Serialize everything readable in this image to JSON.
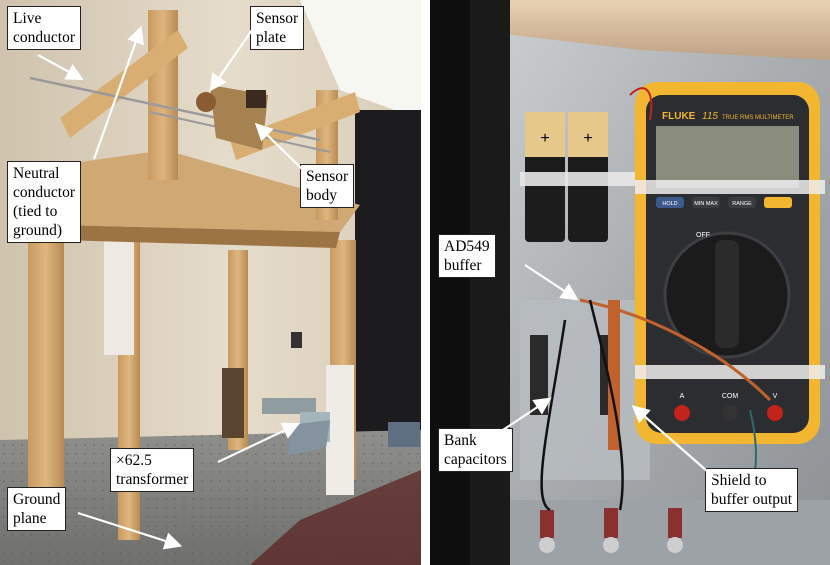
{
  "figure": {
    "left_labels": {
      "live": "Live\nconductor",
      "sensor_plate": "Sensor\nplate",
      "neutral": "Neutral conductor\n(tied to ground)",
      "sensor_body": "Sensor\nbody",
      "transformer": "×62.5\ntransformer",
      "ground": "Ground\nplane"
    },
    "right_labels": {
      "buffer": "AD549\nbuffer",
      "bank": "Bank\ncapacitors",
      "shield": "Shield to\nbuffer output"
    },
    "meter": {
      "brand": "FLUKE",
      "model": "115",
      "model_desc": "TRUE RMS MULTIMETER",
      "buttons": [
        "HOLD",
        "MIN MAX",
        "RANGE"
      ],
      "dial_off": "OFF",
      "terminals": [
        "A",
        "COM",
        "V"
      ]
    },
    "battery_sign": "+"
  }
}
